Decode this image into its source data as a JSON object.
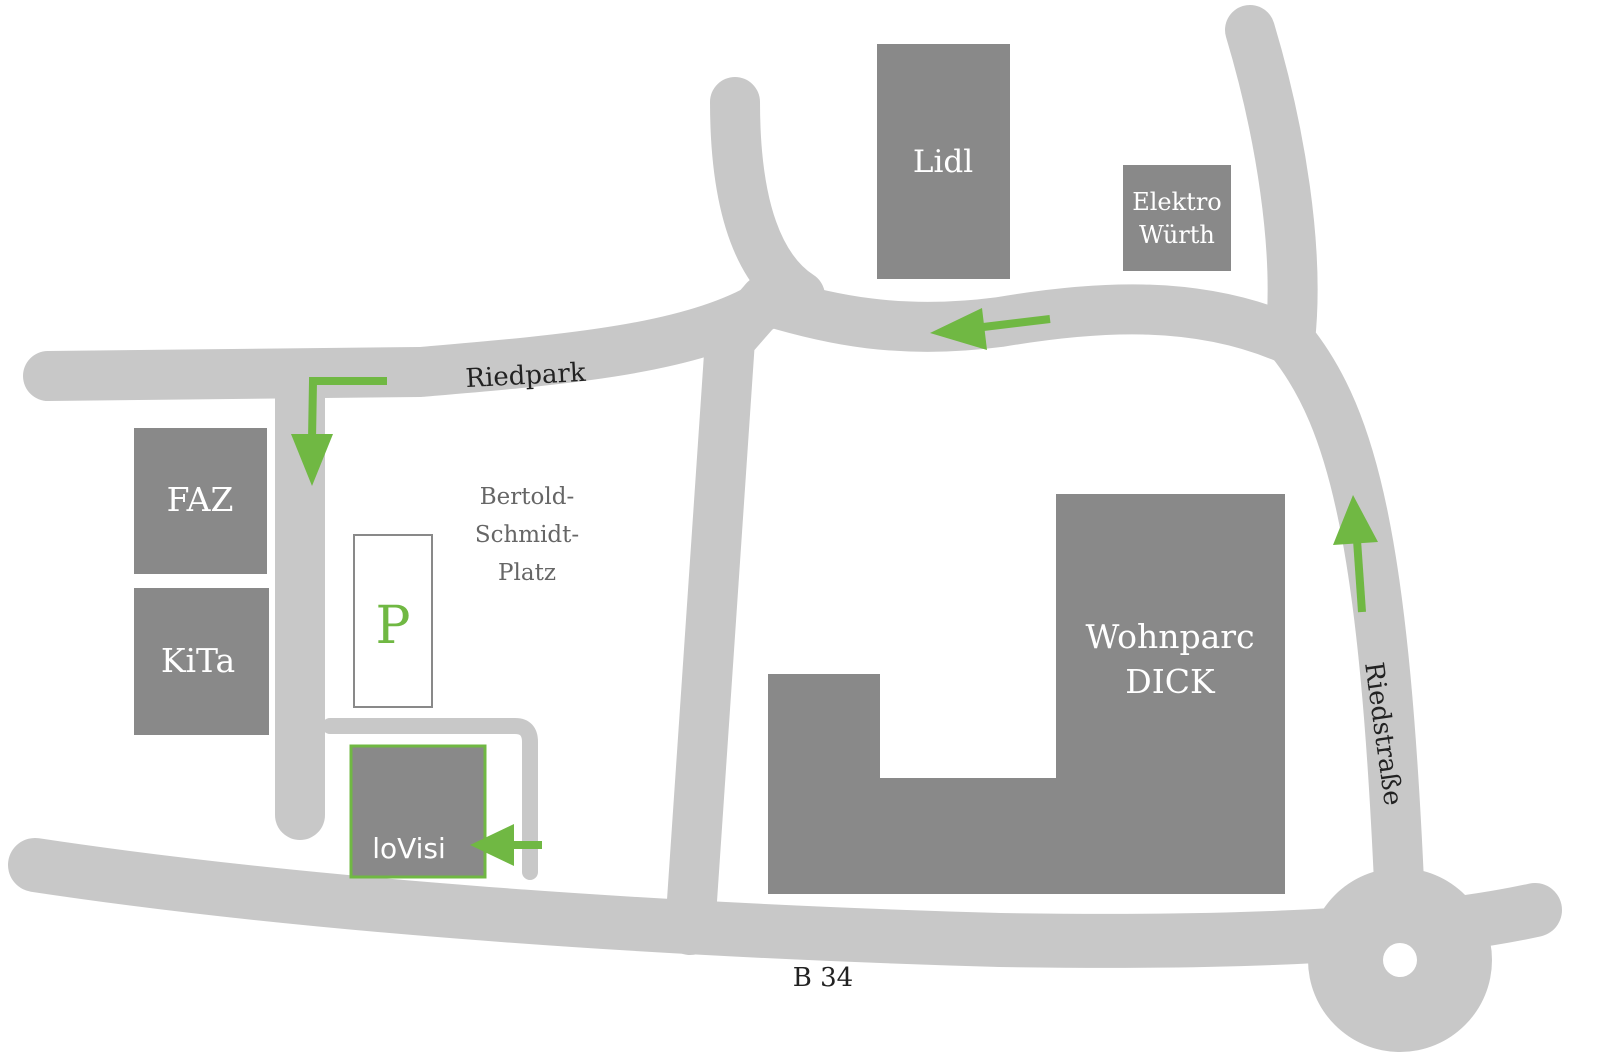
{
  "colors": {
    "road": "#c8c8c8",
    "building": "#898989",
    "accent": "#70b843",
    "background": "#ffffff"
  },
  "buildings": {
    "lidl": "Lidl",
    "elektro_line1": "Elektro",
    "elektro_line2": "Würth",
    "faz": "FAZ",
    "kita": "KiTa",
    "wohnparc_line1": "Wohnparc",
    "wohnparc_line2": "DICK",
    "lovisi_logo": "loVisi"
  },
  "streets": {
    "riedpark": "Riedpark",
    "b34": "B 34",
    "riedstrasse": "Riedstraße"
  },
  "area": {
    "line1": "Bertold-",
    "line2": "Schmidt-",
    "line3": "Platz"
  },
  "parking": {
    "label": "P"
  }
}
